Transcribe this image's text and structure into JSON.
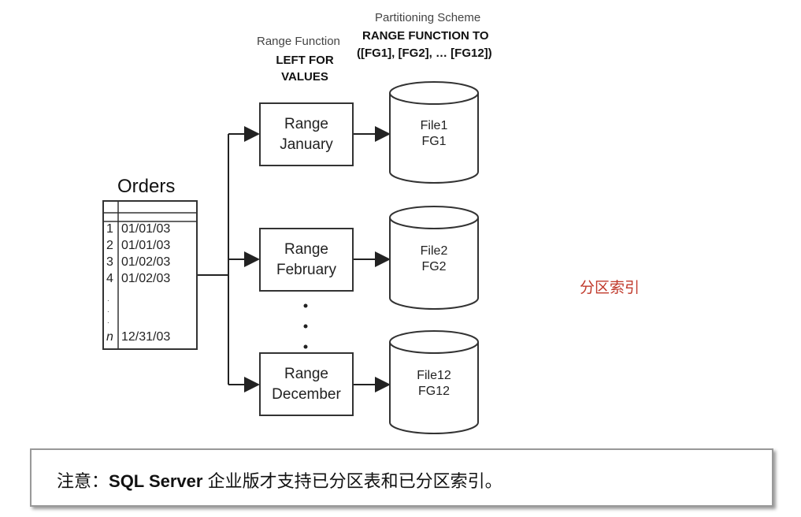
{
  "headers": {
    "range_function_label": "Range Function",
    "range_function_value": "LEFT FOR VALUES",
    "partition_scheme_label": "Partitioning Scheme",
    "partition_scheme_line1": "RANGE FUNCTION TO",
    "partition_scheme_line2": "([FG1], [FG2], … [FG12])"
  },
  "table": {
    "title": "Orders",
    "rows": [
      {
        "id": "1",
        "date": "01/01/03"
      },
      {
        "id": "2",
        "date": "01/01/03"
      },
      {
        "id": "3",
        "date": "01/02/03"
      },
      {
        "id": "4",
        "date": "01/02/03"
      },
      {
        "id": "n",
        "date": "12/31/03"
      }
    ]
  },
  "ranges": [
    {
      "line1": "Range",
      "line2": "January"
    },
    {
      "line1": "Range",
      "line2": "February"
    },
    {
      "line1": "Range",
      "line2": "December"
    }
  ],
  "files": [
    {
      "file": "File1",
      "fg": "FG1"
    },
    {
      "file": "File2",
      "fg": "FG2"
    },
    {
      "file": "File12",
      "fg": "FG12"
    }
  ],
  "side_label": "分区索引",
  "note": {
    "prefix": "注意：",
    "bold": "SQL Server",
    "suffix": " 企业版才支持已分区表和已分区索引。"
  }
}
